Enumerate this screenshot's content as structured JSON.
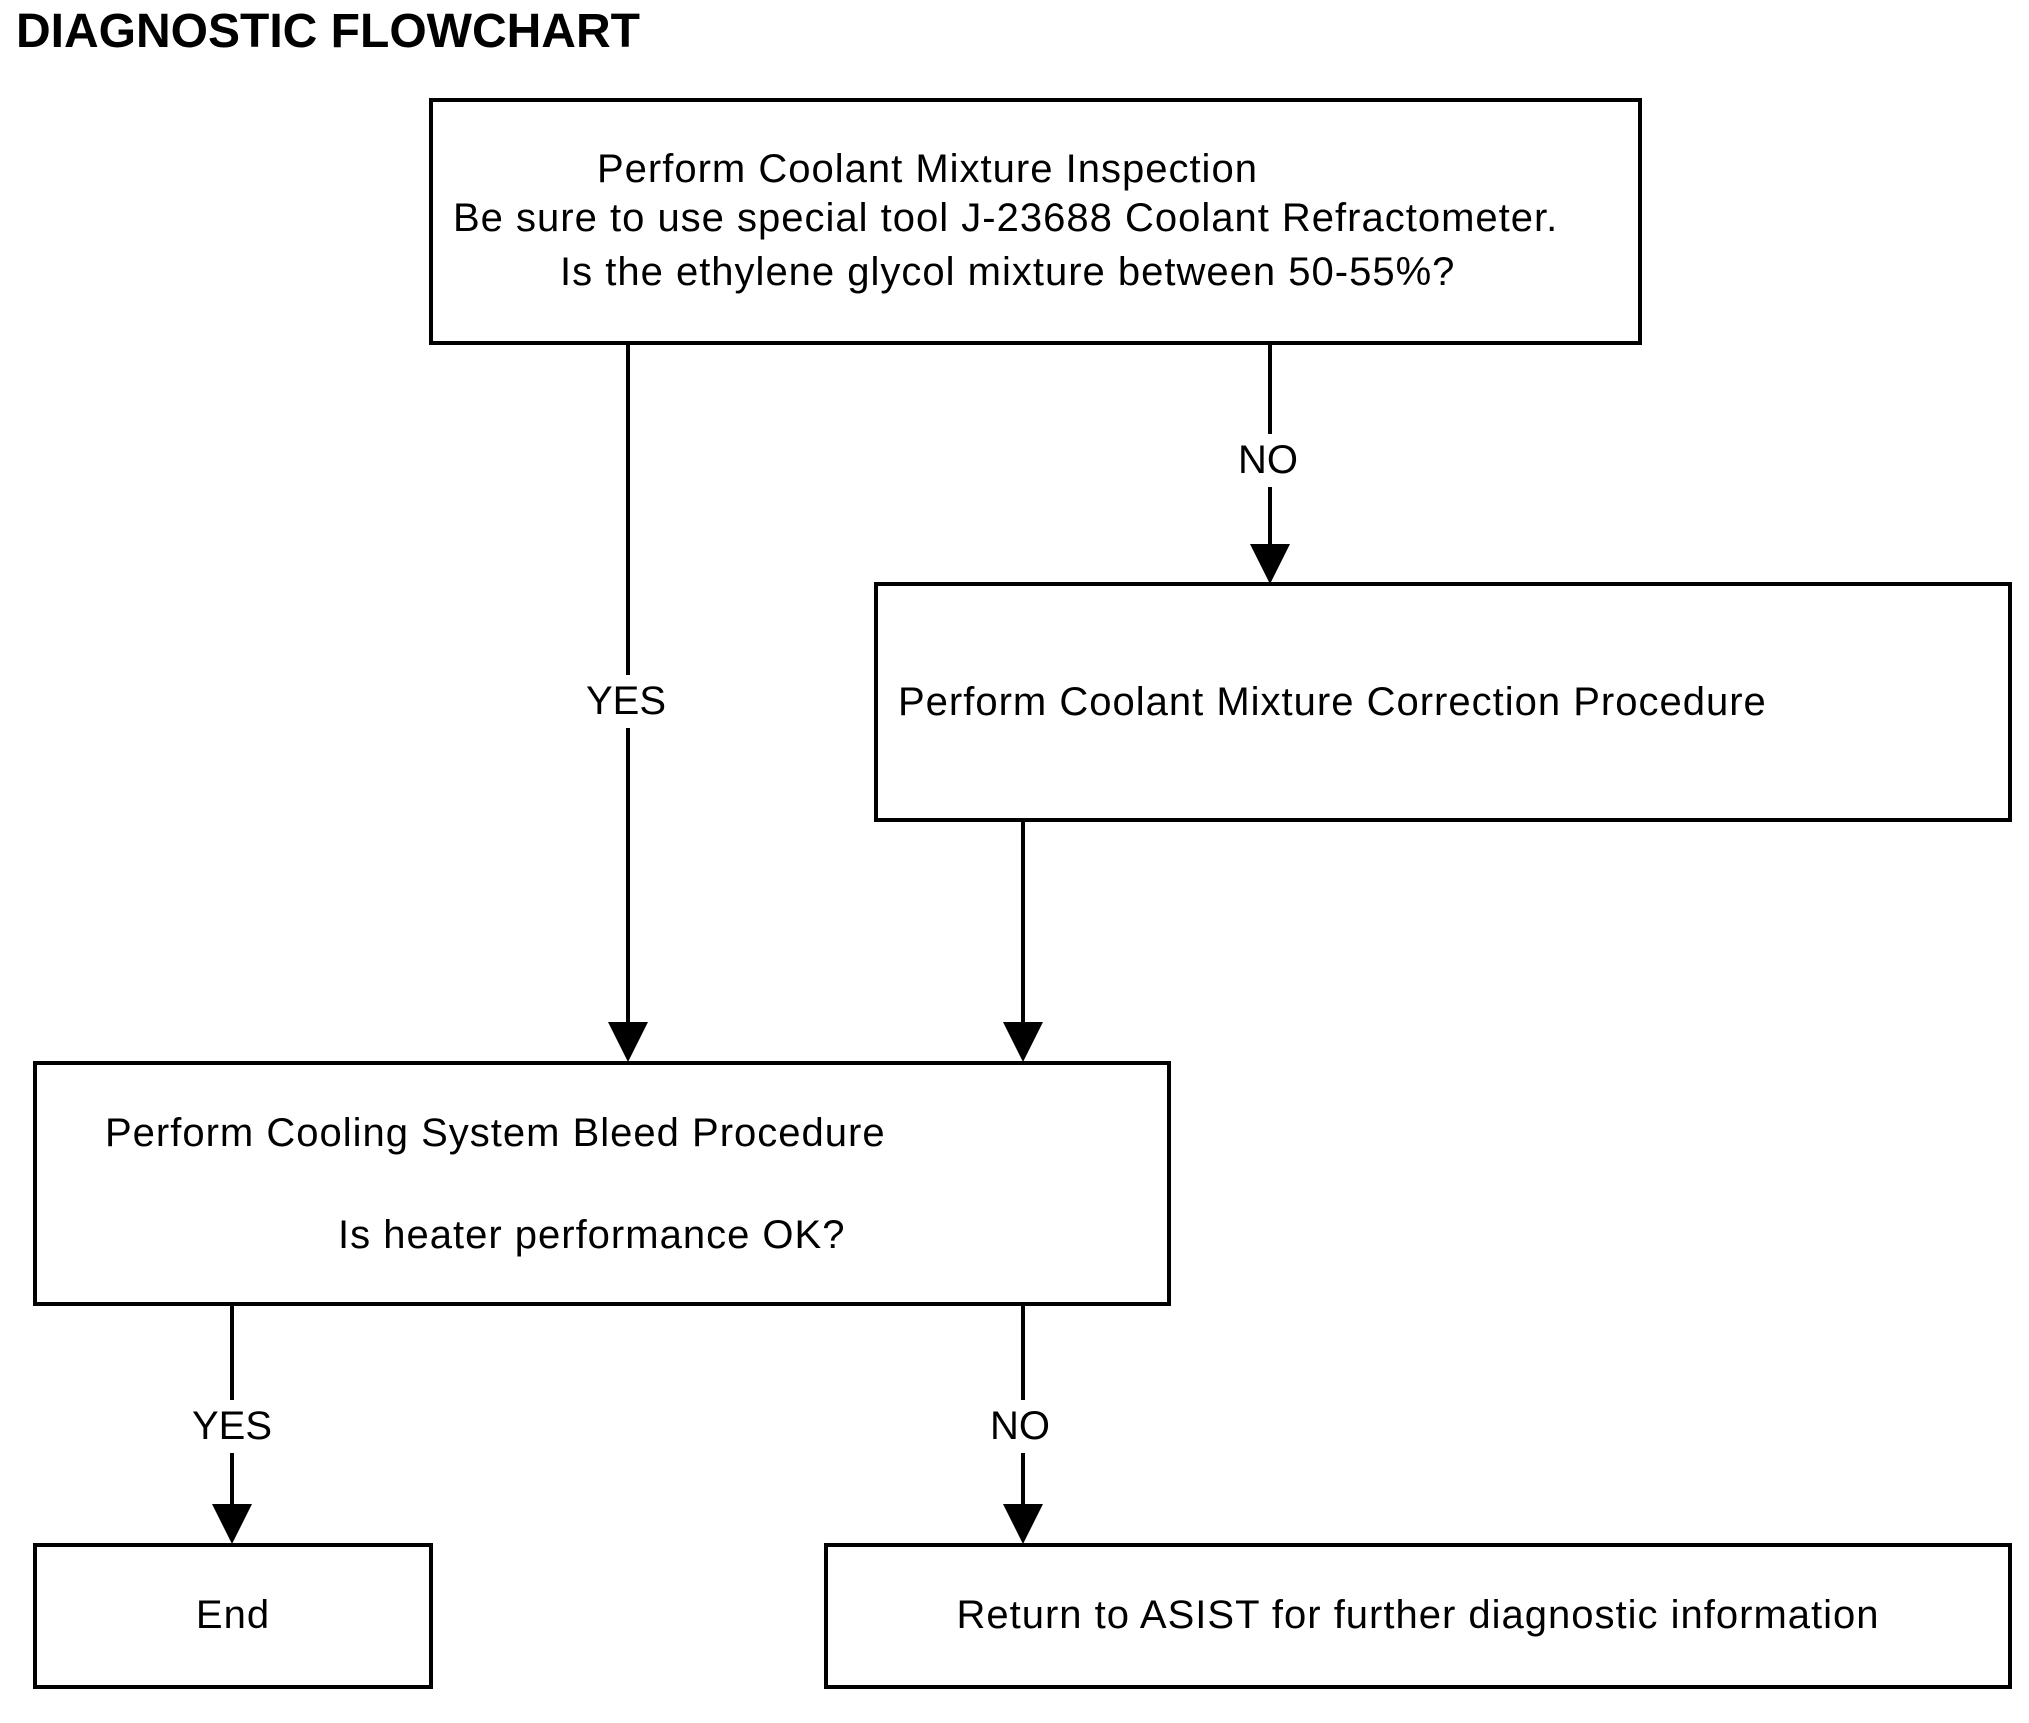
{
  "title": "DIAGNOSTIC FLOWCHART",
  "nodes": {
    "inspection": {
      "line1": "Perform Coolant Mixture Inspection",
      "line2": "Be sure to use special tool J-23688 Coolant Refractometer.",
      "line3": "Is the ethylene glycol mixture between 50-55%?"
    },
    "correction": {
      "text": "Perform Coolant Mixture Correction Procedure"
    },
    "bleed": {
      "line1": "Perform Cooling System Bleed Procedure",
      "line2": "Is heater performance OK?"
    },
    "end": {
      "text": "End"
    },
    "return": {
      "text": "Return to ASIST for further diagnostic information"
    }
  },
  "edges": [
    {
      "from": "inspection",
      "to": "bleed",
      "label": "YES"
    },
    {
      "from": "inspection",
      "to": "correction",
      "label": "NO"
    },
    {
      "from": "correction",
      "to": "bleed",
      "label": ""
    },
    {
      "from": "bleed",
      "to": "end",
      "label": "YES"
    },
    {
      "from": "bleed",
      "to": "return",
      "label": "NO"
    }
  ]
}
